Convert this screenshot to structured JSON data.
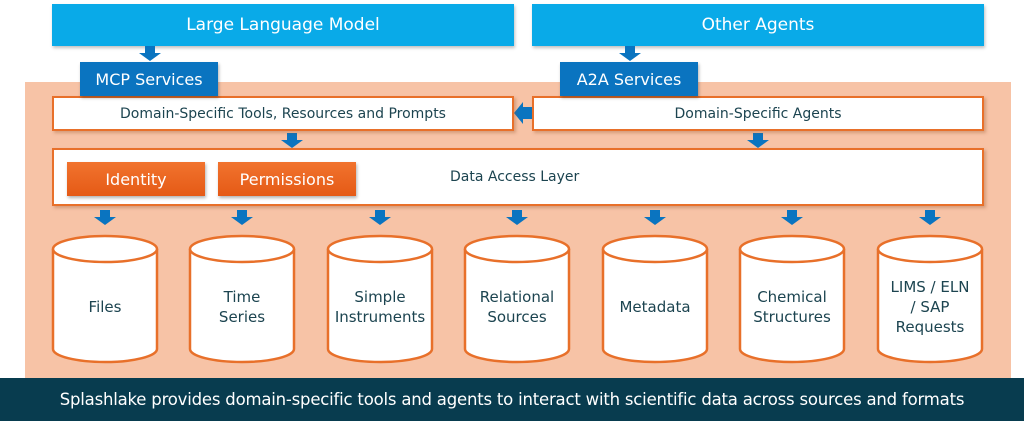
{
  "top": {
    "llm": "Large Language Model",
    "other_agents": "Other Agents"
  },
  "services": {
    "mcp": "MCP Services",
    "a2a": "A2A Services"
  },
  "layers": {
    "tools": "Domain-Specific Tools, Resources and Prompts",
    "agents": "Domain-Specific Agents",
    "data_access": "Data Access Layer",
    "identity": "Identity",
    "permissions": "Permissions"
  },
  "sources": [
    {
      "label": "Files"
    },
    {
      "label": "Time\nSeries"
    },
    {
      "label": "Simple\nInstruments"
    },
    {
      "label": "Relational\nSources"
    },
    {
      "label": "Metadata"
    },
    {
      "label": "Chemical\nStructures"
    },
    {
      "label": "LIMS / ELN\n/ SAP\nRequests"
    }
  ],
  "footer": "Splashlake provides domain-specific tools and agents to interact with scientific data across sources and formats",
  "colors": {
    "top_box": "#09aae8",
    "service": "#0a74c0",
    "panel": "#f7c3a6",
    "border": "#e8702a",
    "footer": "#083c4f"
  }
}
